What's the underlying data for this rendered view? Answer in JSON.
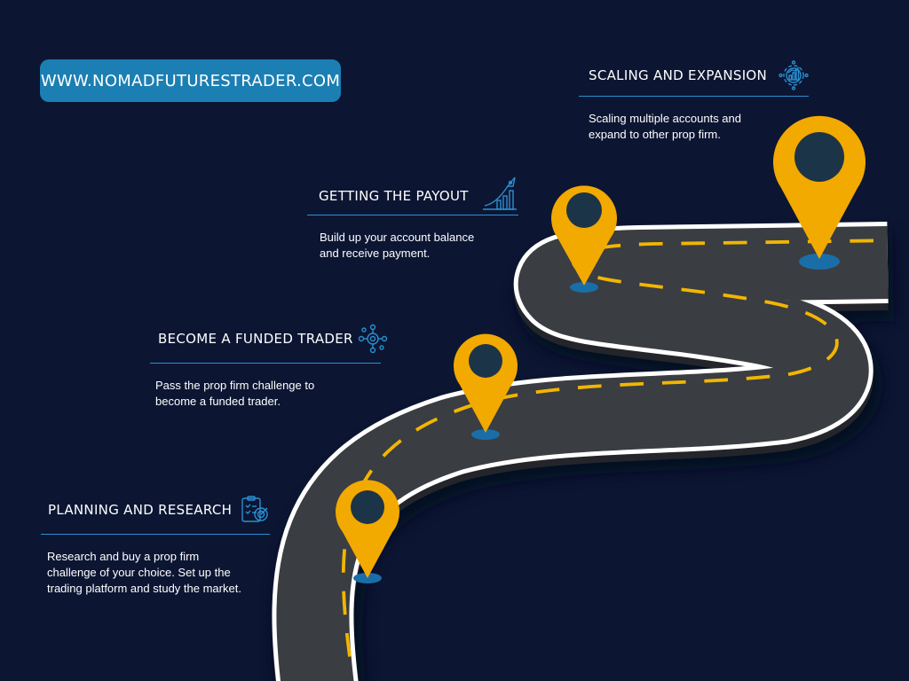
{
  "website": "WWW.NOMADFUTURESTRADER.COM",
  "steps": [
    {
      "title": "PLANNING AND RESEARCH",
      "description": "Research and buy a prop firm challenge of your choice. Set up the trading platform and study the market.",
      "icon": "checklist-target-icon"
    },
    {
      "title": "BECOME A FUNDED TRADER",
      "description": "Pass the prop firm challenge to become a funded trader.",
      "icon": "network-gear-icon"
    },
    {
      "title": "GETTING THE PAYOUT",
      "description": "Build up your account balance and receive payment.",
      "icon": "rocket-growth-icon"
    },
    {
      "title": "SCALING AND EXPANSION",
      "description": "Scaling multiple accounts and expand to other prop firm.",
      "icon": "gear-chart-icon"
    }
  ],
  "colors": {
    "background": "#0c1633",
    "accent": "#1b7fb3",
    "marker": "#f2a900",
    "marker_hole": "#1c3447",
    "road": "#3a3d42",
    "road_edge": "#ffffff",
    "lane_dash": "#f2b600",
    "marker_base": "#1a6ea8"
  }
}
